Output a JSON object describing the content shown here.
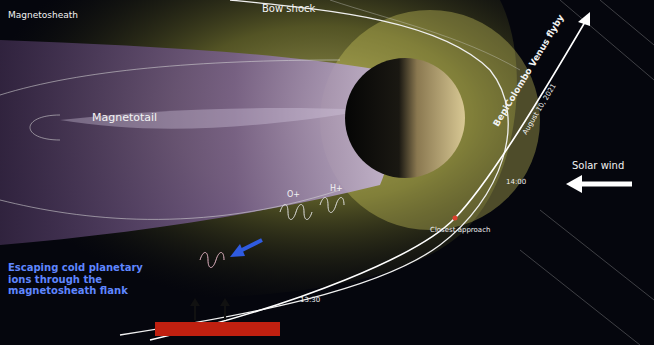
{
  "diagram": {
    "labels": [
      "Bow shock",
      "Magnetosheath",
      "Magnetotail",
      "Solar wind",
      "BepiColombo Venus flyby",
      "August 10, 2021",
      "O+",
      "H+",
      "Escaping cold planetary ions through the magnetosheath flank",
      "Closest approach",
      "14:00",
      "13:30"
    ]
  }
}
